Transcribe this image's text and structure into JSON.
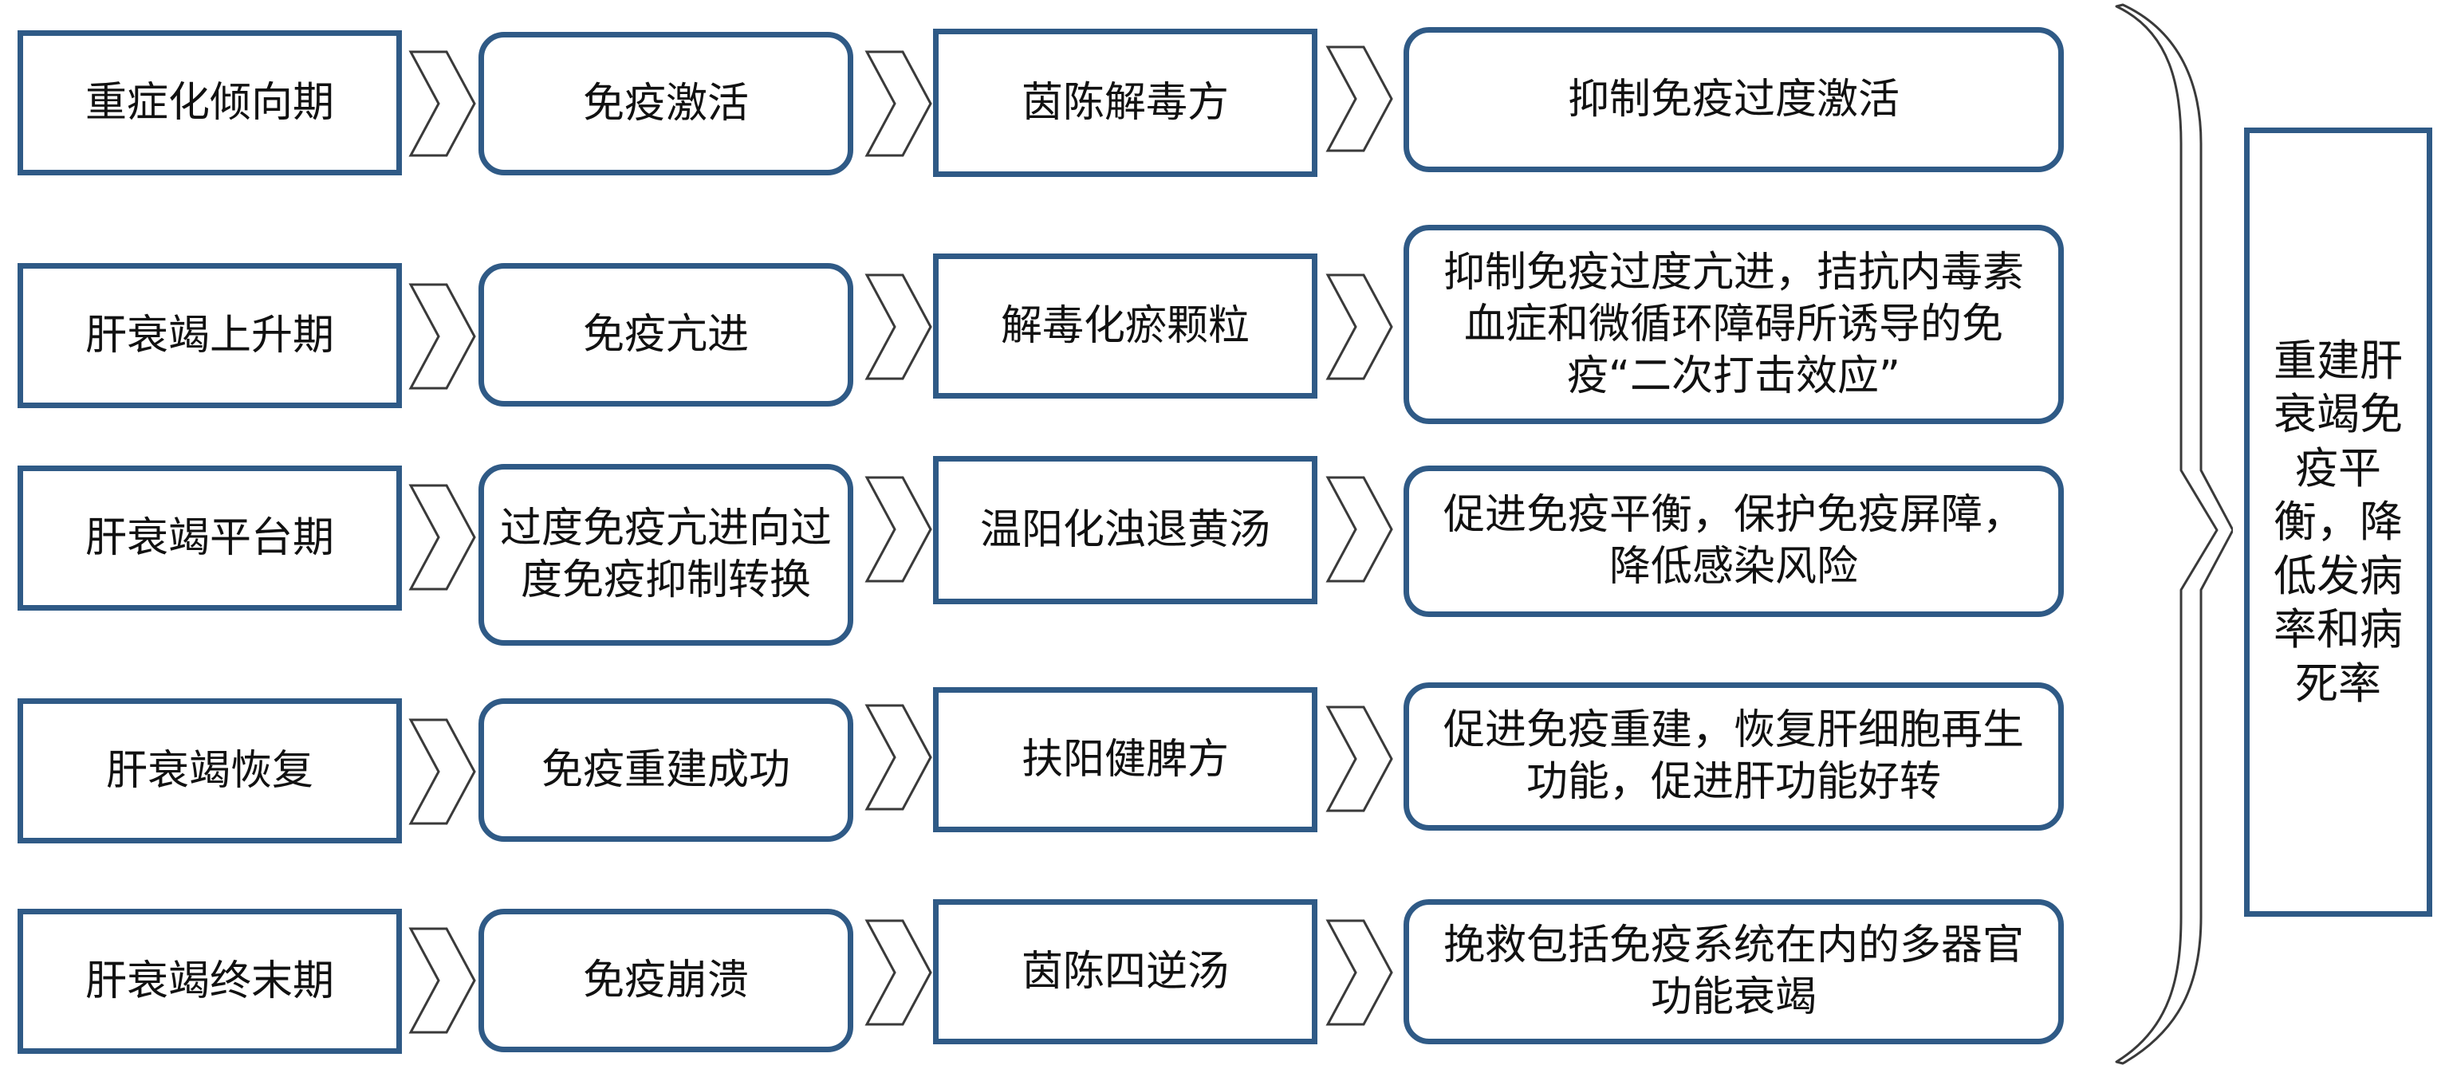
{
  "rows": [
    {
      "stage": "重症化倾向期",
      "immune": "免疫激活",
      "formula": "茵陈解毒方",
      "effect": "抑制免疫过度激活"
    },
    {
      "stage": "肝衰竭上升期",
      "immune": "免疫亢进",
      "formula": "解毒化瘀颗粒",
      "effect": "抑制免疫过度亢进，拮抗内毒素血症和微循环障碍所诱导的免疫“二次打击效应”"
    },
    {
      "stage": "肝衰竭平台期",
      "immune": "过度免疫亢进向过度免疫抑制转换",
      "formula": "温阳化浊退黄汤",
      "effect": "促进免疫平衡，保护免疫屏障，降低感染风险"
    },
    {
      "stage": "肝衰竭恢复",
      "immune": "免疫重建成功",
      "formula": "扶阳健脾方",
      "effect": "促进免疫重建，恢复肝细胞再生功能，促进肝功能好转"
    },
    {
      "stage": "肝衰竭终末期",
      "immune": "免疫崩溃",
      "formula": "茵陈四逆汤",
      "effect": "挽救包括免疫系统在内的多器官功能衰竭"
    }
  ],
  "result": "重建肝衰竭免疫平衡，降低发病率和病死率",
  "colors": {
    "border": "#2f5a86",
    "arrow_stroke": "#3a3a3a"
  }
}
